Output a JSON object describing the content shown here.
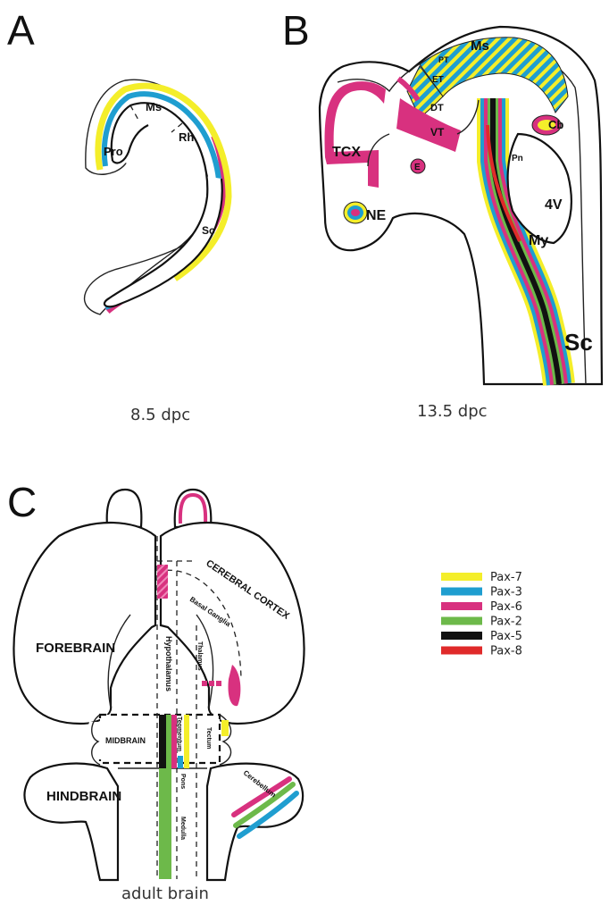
{
  "panels": {
    "a": {
      "letter": "A",
      "caption": "8.5 dpc",
      "labels": {
        "pro": "Pro",
        "ms": "Ms",
        "rh": "Rh",
        "sc": "Sc"
      }
    },
    "b": {
      "letter": "B",
      "caption": "13.5 dpc",
      "labels": {
        "ms": "Ms",
        "pt": "PT",
        "et": "ET",
        "dt": "DT",
        "vt": "VT",
        "cb": "Cb",
        "tcx": "TCX",
        "e": "E",
        "pn": "Pn",
        "v4": "4V",
        "ne": "NE",
        "my": "My",
        "sc": "Sc"
      }
    },
    "c": {
      "letter": "C",
      "caption": "adult brain",
      "labels": {
        "cerebral_cortex": "CEREBRAL CORTEX",
        "basal_ganglia": "Basal Ganglia",
        "forebrain": "FOREBRAIN",
        "hypothalamus": "Hypothalamus",
        "thalamus": "Thalamus",
        "midbrain": "MIDBRAIN",
        "tegmentum": "Tegmentum",
        "tectum": "Tectum",
        "hindbrain": "HINDBRAIN",
        "pons": "Pons",
        "medulla": "Medulla",
        "cerebellum": "Cerebellum"
      }
    }
  },
  "legend": [
    {
      "label": "Pax-7",
      "color": "#f4ee2a"
    },
    {
      "label": "Pax-3",
      "color": "#1f9ed0"
    },
    {
      "label": "Pax-6",
      "color": "#d8317f"
    },
    {
      "label": "Pax-2",
      "color": "#6db94a"
    },
    {
      "label": "Pax-5",
      "color": "#111111"
    },
    {
      "label": "Pax-8",
      "color": "#e02a2a"
    }
  ],
  "colors": {
    "pax7": "#f4ee2a",
    "pax3": "#1f9ed0",
    "pax6": "#d8317f",
    "pax2": "#6db94a",
    "pax5": "#111111",
    "pax8": "#e02a2a",
    "outline": "#111111"
  }
}
